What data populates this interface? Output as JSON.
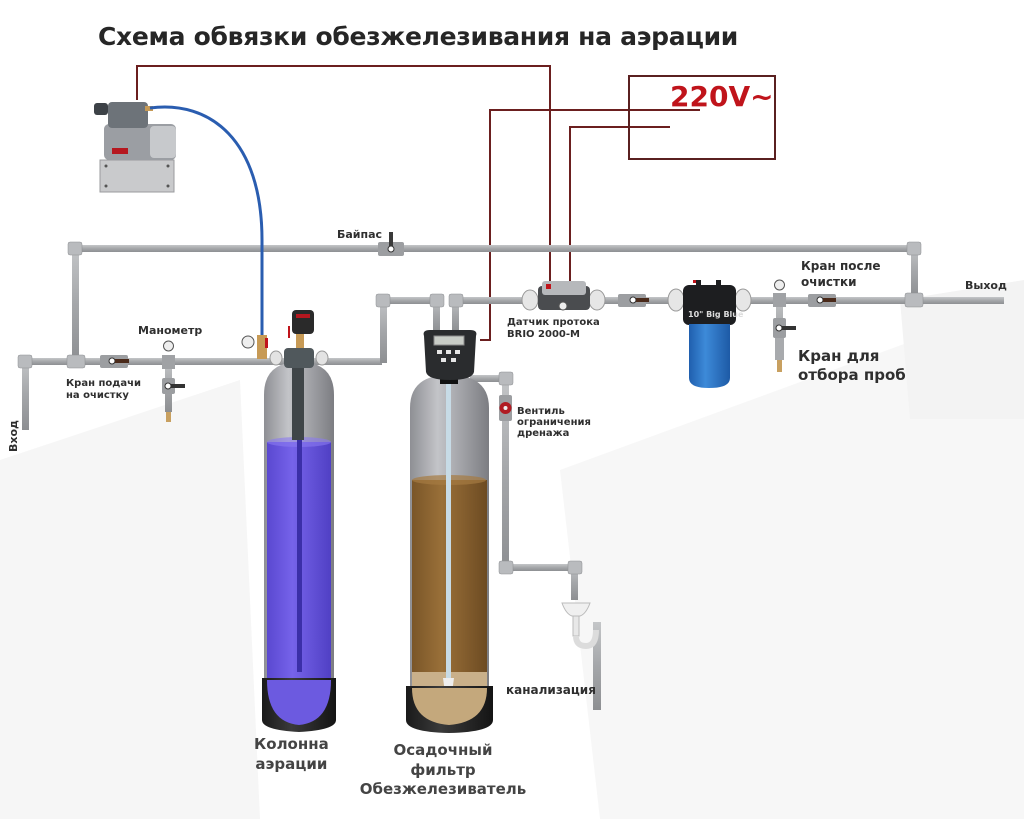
{
  "title": "Схема обвязки обезжелезивания на аэрации",
  "power": {
    "label": "220V~",
    "color": "#c0141b"
  },
  "labels": {
    "bypass": "Байпас",
    "inlet": "Вход",
    "outlet": "Выход",
    "manometer": "Манометр",
    "supply_valve": [
      "Кран подачи",
      "на очистку"
    ],
    "flow_sensor": [
      "Датчик протока",
      "BRIO 2000-M"
    ],
    "drain_valve": [
      "Вентиль",
      "ограничения",
      "дренажа"
    ],
    "after_valve": [
      "Кран после",
      "очистки"
    ],
    "sample_valve": [
      "Кран для",
      "отбора проб"
    ],
    "sewer": "канализация",
    "aeration_column": [
      "Колонна",
      "аэрации"
    ],
    "iron_filter": [
      "Осадочный",
      "фильтр",
      "Обезжелезиватель"
    ],
    "big_blue": "10\" Big Blue"
  },
  "colors": {
    "pipe": "#a7a9ac",
    "wire": "#6b1f1f",
    "air_hose": "#2a5db0",
    "aeration_water": "#6e5ae0",
    "filter_media": "#8a6330",
    "big_blue": "#2f78c8"
  }
}
